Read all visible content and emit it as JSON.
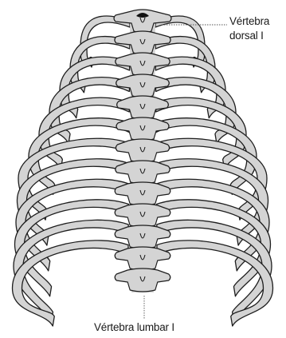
{
  "labels": {
    "dorsal_line1": "Vértebra",
    "dorsal_line2": "dorsal I",
    "lumbar": "Vértebra lumbar I"
  },
  "colors": {
    "fill": "#d4d4d4",
    "stroke": "#1e1e1e",
    "background": "#ffffff",
    "leader": "#555555"
  },
  "figure": {
    "rib_pairs": 12,
    "thoracic_vertebrae": 12
  }
}
